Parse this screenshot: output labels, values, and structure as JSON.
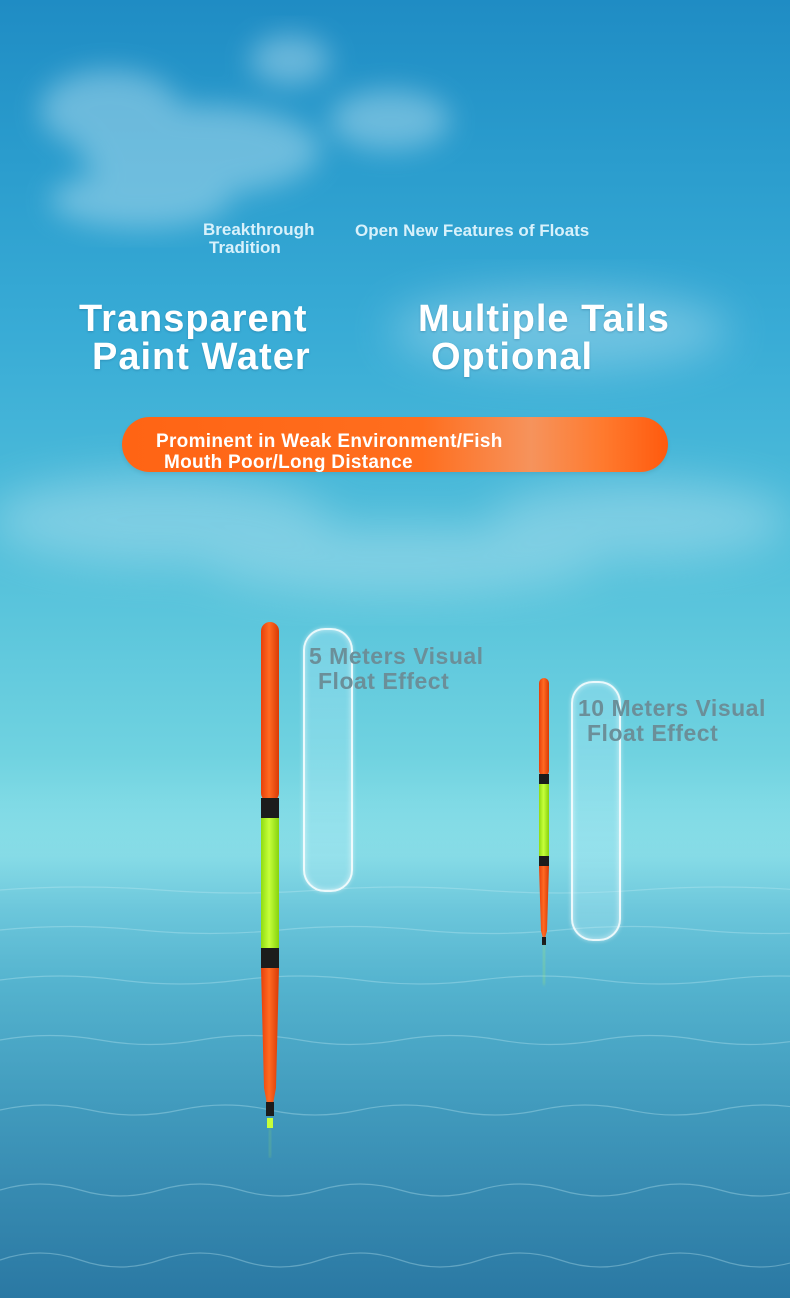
{
  "header": {
    "left_line1": "Breakthrough",
    "left_line2": "Tradition",
    "right": "Open New Features of Floats"
  },
  "features": {
    "left_line1": "Transparent",
    "left_line2": "Paint Water",
    "right_line1": "Multiple Tails",
    "right_line2": "Optional"
  },
  "banner": {
    "line1": "Prominent in Weak Environment/Fish",
    "line2": "Mouth Poor/Long Distance"
  },
  "visual_effects": [
    {
      "line1": "5 Meters Visual",
      "line2": "Float Effect"
    },
    {
      "line1": "10 Meters Visual",
      "line2": "Float Effect"
    }
  ],
  "colors": {
    "float_orange": "#ff5a14",
    "float_green": "#a6f51c",
    "band_dark": "#1c1c1c",
    "banner_orange": "#ff6414"
  }
}
